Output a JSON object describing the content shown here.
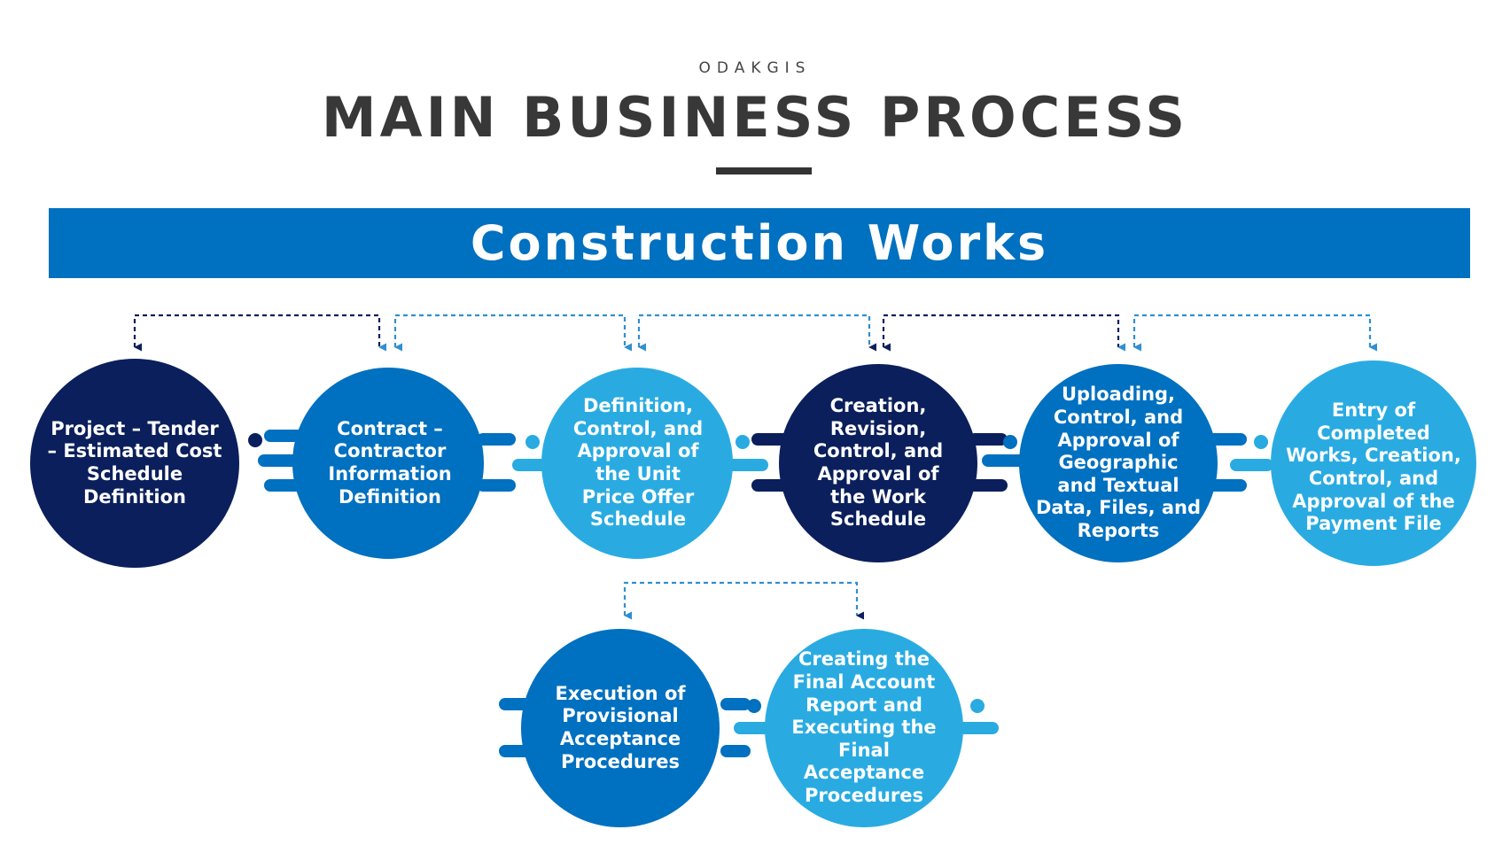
{
  "header": {
    "brand": "ODAKGIS",
    "title": "MAIN BUSINESS PROCESS"
  },
  "banner": {
    "label": "Construction Works"
  },
  "colors": {
    "dark_navy": "#0b1f5c",
    "mid_blue": "#0070c0",
    "light_blue": "#29abe2",
    "title_text": "#383838"
  },
  "steps": [
    {
      "label": "Project – Tender\n– Estimated Cost\nSchedule\nDefinition",
      "color": "dark_navy"
    },
    {
      "label": "Contract –\nContractor\nInformation\nDefinition",
      "color": "mid_blue"
    },
    {
      "label": "Definition,\nControl, and\nApproval of\nthe Unit\nPrice Offer\nSchedule",
      "color": "light_blue"
    },
    {
      "label": "Creation,\nRevision,\nControl, and\nApproval of\nthe Work\nSchedule",
      "color": "dark_navy"
    },
    {
      "label": "Uploading,\nControl, and\nApproval of\nGeographic\nand Textual\nData, Files, and\nReports",
      "color": "mid_blue"
    },
    {
      "label": "Entry of\nCompleted\nWorks, Creation,\nControl, and\nApproval of the\nPayment File",
      "color": "light_blue"
    },
    {
      "label": "Execution of\nProvisional\nAcceptance\nProcedures",
      "color": "mid_blue"
    },
    {
      "label": "Creating the\nFinal Account\nReport and\nExecuting the\nFinal\nAcceptance\nProcedures",
      "color": "light_blue"
    }
  ]
}
